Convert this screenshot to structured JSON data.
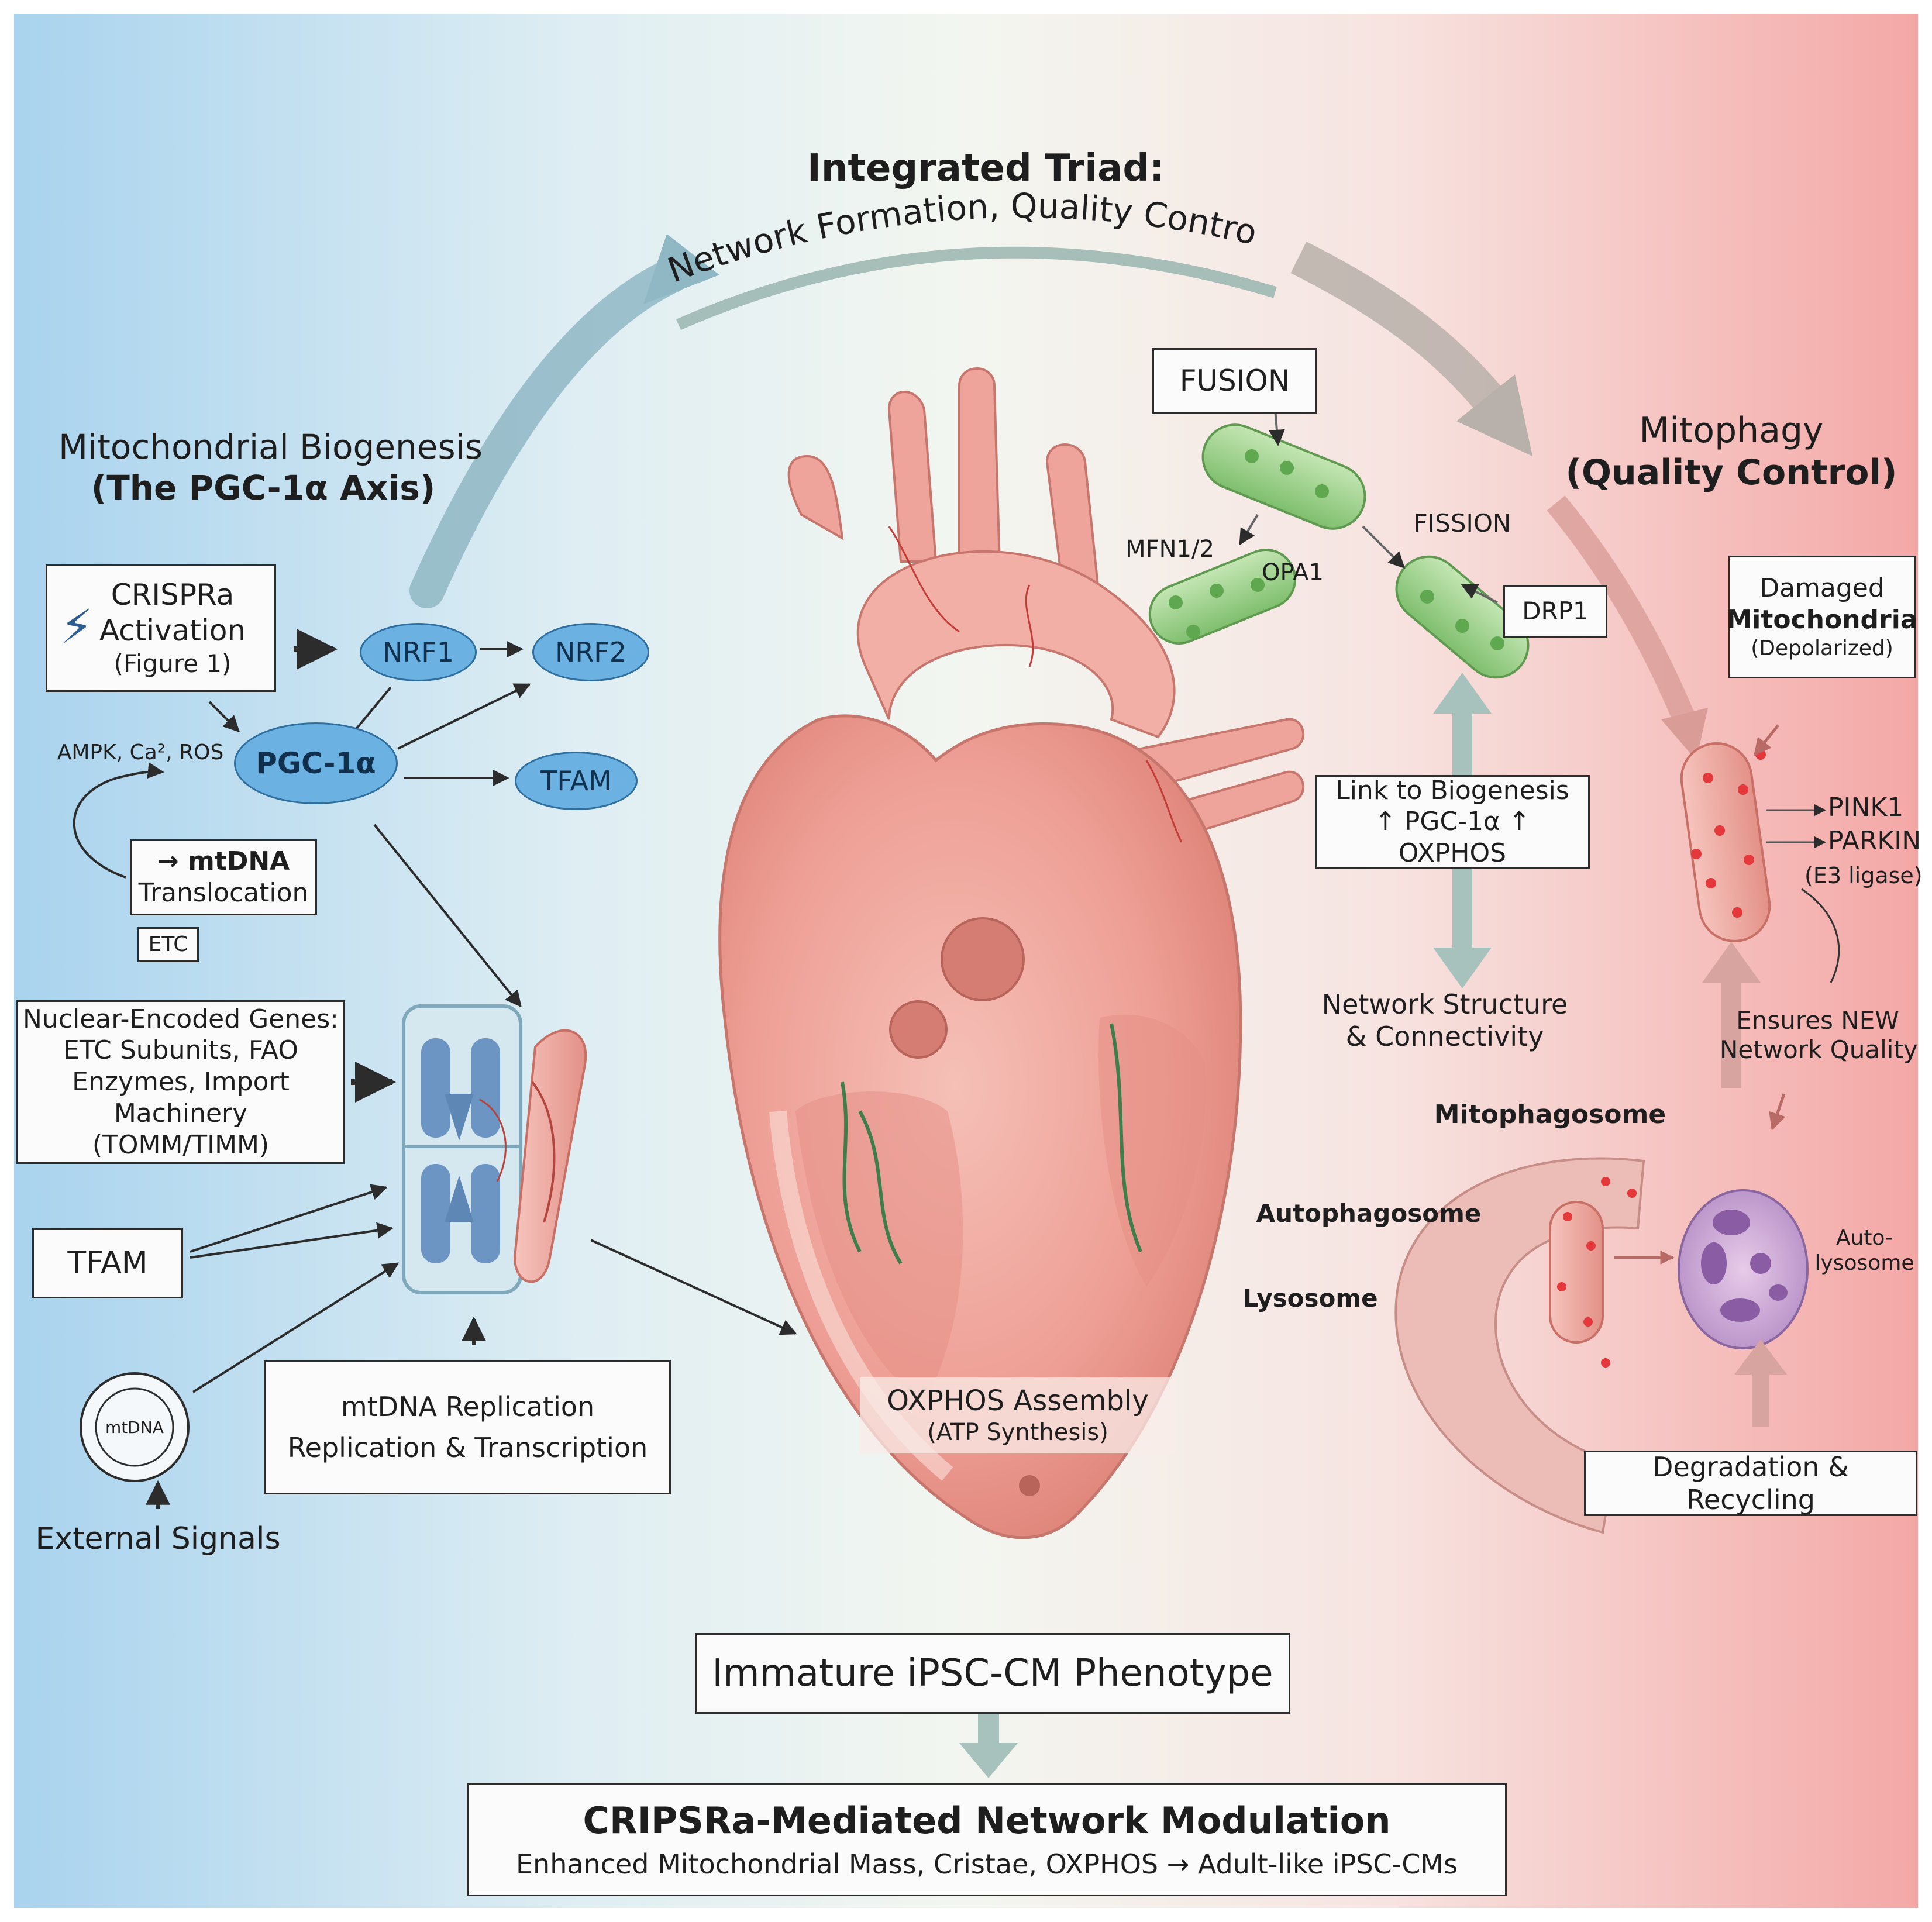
{
  "title": {
    "line1": "Integrated Triad:",
    "line2": "Network Formation, Quality Control"
  },
  "biogenesis": {
    "title_line1": "Mitochondrial Biogenesis",
    "title_line2": "(The PGC-1α Axis)",
    "crispra": {
      "line1": "CRISPRa",
      "line2": "Activation",
      "line3": "(Figure 1)"
    },
    "signals": "AMPK, Ca², ROS",
    "pgc1a": "PGC-1α",
    "nrf1": "NRF1",
    "nrf2": "NRF2",
    "tfam_node": "TFAM",
    "mtdna_box": {
      "line1": "→ mtDNA",
      "line2": "Translocation"
    },
    "etc": "ETC",
    "nuclear_genes": {
      "line1": "Nuclear-Encoded Genes:",
      "line2": "ETC Subunits, FAO",
      "line3": "Enzymes, Import Machinery",
      "line4": "(TOMM/TIMM)"
    },
    "tfam_box": "TFAM",
    "mtdna_circle": "mtDNA",
    "external_signals": "External Signals",
    "replication": {
      "line1": "mtDNA Replication",
      "line2": "Replication & Transcription"
    }
  },
  "dynamics": {
    "fusion": "FUSION",
    "mfn": "MFN1/2",
    "opa1": "OPA1",
    "fission": "FISSION",
    "drp1": "DRP1",
    "link": {
      "line1": "Link to Biogenesis",
      "line2": "↑ PGC-1α ↑ OXPHOS"
    },
    "network": {
      "line1": "Network Structure",
      "line2": "& Connectivity"
    }
  },
  "heart": {
    "oxphos_line1": "OXPHOS Assembly",
    "oxphos_line2": "(ATP Synthesis)"
  },
  "mitophagy": {
    "title_line1": "Mitophagy",
    "title_line2": "(Quality Control)",
    "damaged": {
      "line1": "Damaged",
      "line2": "Mitochondria",
      "line3": "(Depolarized)"
    },
    "pink1": "PINK1",
    "parkin": "PARKIN",
    "e3": "(E3 ligase)",
    "ensures": {
      "line1": "Ensures NEW",
      "line2": "Network Quality"
    },
    "mitophagosome": "Mitophagosome",
    "autophagosome": "Autophagosome",
    "lysosome": "Lysosome",
    "autolysosome": {
      "line1": "Auto-",
      "line2": "lysosome"
    },
    "degradation": "Degradation & Recycling"
  },
  "bottom": {
    "immature": "Immature iPSC-CM Phenotype",
    "result_title": "CRIPSRa-Mediated Network Modulation",
    "result_sub": "Enhanced Mitochondrial Mass, Cristae, OXPHOS → Adult-like iPSC-CMs"
  },
  "colors": {
    "bg_left": "#a9d3ee",
    "bg_mid": "#eef4ef",
    "bg_right": "#f4a8a6",
    "node_blue": "#6bb2e3",
    "mito_green": "#9fd08e",
    "heart_pink": "#eea49b"
  }
}
